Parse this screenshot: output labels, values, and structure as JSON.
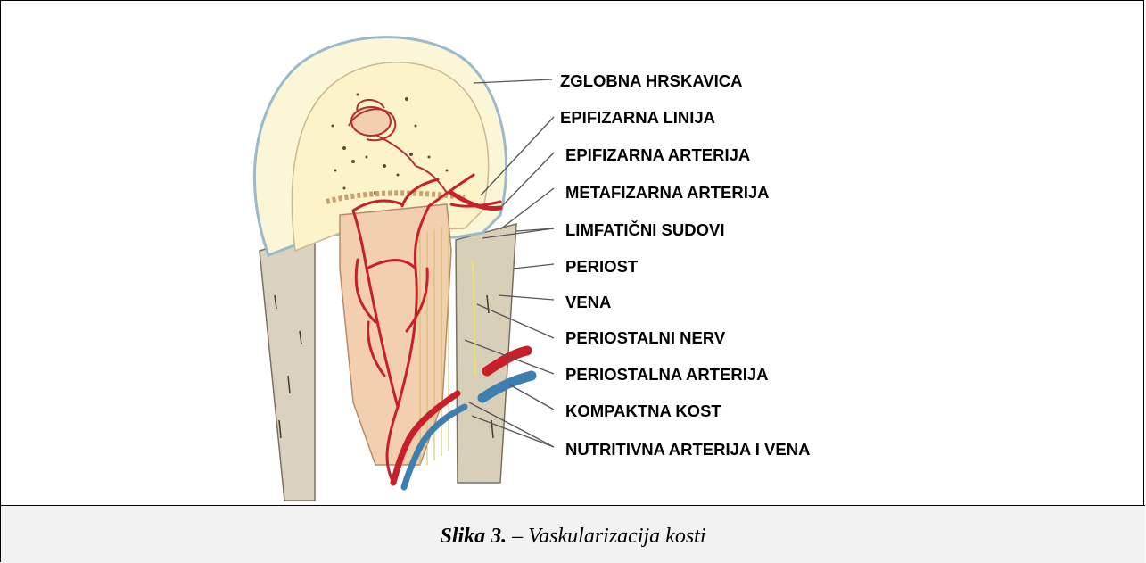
{
  "labels": [
    "ZGLOBNA HRSKAVICA",
    "EPIFIZARNA LINIJA",
    "EPIFIZARNA ARTERIJA",
    "METAFIZARNA ARTERIJA",
    "LIMFATIČNI SUDOVI",
    "PERIOST",
    "VENA",
    "PERIOSTALNI NERV",
    "PERIOSTALNA ARTERIJA",
    "KOMPAKTNA KOST",
    "NUTRITIVNA ARTERIJA I VENA"
  ],
  "caption": {
    "number": "Slika 3.",
    "separator": " – ",
    "text": "Vaskularizacija kosti"
  },
  "colors": {
    "cartilage": "#fbf7d6",
    "cartilage_edge": "#9bb9c9",
    "bone_tissue": "#f4e4c4",
    "spongy_bone": "#f2cfae",
    "compact_bone": "#d9d2bf",
    "artery": "#c8202a",
    "vein": "#3f7fb0",
    "nerve": "#e8e070"
  }
}
